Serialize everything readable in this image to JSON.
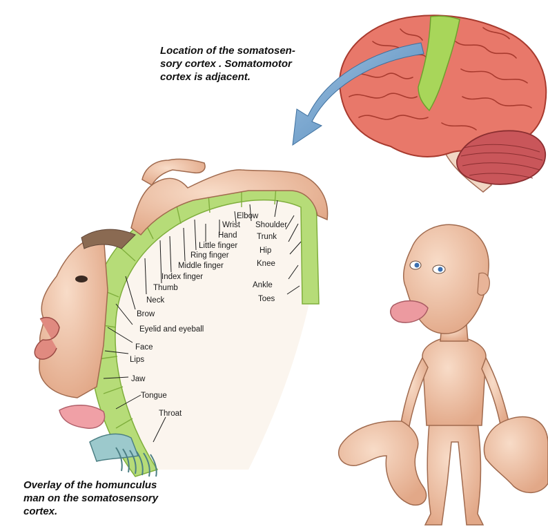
{
  "captions": {
    "top": "Location of the somatosen-\nsory cortex . Somatomotor\ncortex is adjacent.",
    "bottom": "Overlay of the homunculus\nman on the somatosensory\ncortex."
  },
  "labels": [
    {
      "key": "elbow",
      "text": "Elbow"
    },
    {
      "key": "wrist",
      "text": "Wrist"
    },
    {
      "key": "shoulder",
      "text": "Shoulder"
    },
    {
      "key": "hand",
      "text": "Hand"
    },
    {
      "key": "trunk",
      "text": "Trunk"
    },
    {
      "key": "little-finger",
      "text": "Little finger"
    },
    {
      "key": "ring-finger",
      "text": "Ring finger"
    },
    {
      "key": "hip",
      "text": "Hip"
    },
    {
      "key": "middle-finger",
      "text": "Middle finger"
    },
    {
      "key": "knee",
      "text": "Knee"
    },
    {
      "key": "index-finger",
      "text": "Index finger"
    },
    {
      "key": "thumb",
      "text": "Thumb"
    },
    {
      "key": "ankle",
      "text": "Ankle"
    },
    {
      "key": "toes",
      "text": "Toes"
    },
    {
      "key": "neck",
      "text": "Neck"
    },
    {
      "key": "brow",
      "text": "Brow"
    },
    {
      "key": "eyelid-and-eyeball",
      "text": "Eyelid and eyeball"
    },
    {
      "key": "face",
      "text": "Face"
    },
    {
      "key": "lips",
      "text": "Lips"
    },
    {
      "key": "jaw",
      "text": "Jaw"
    },
    {
      "key": "tongue",
      "text": "Tongue"
    },
    {
      "key": "throat",
      "text": "Throat"
    }
  ],
  "colors": {
    "brain": "#e8786a",
    "cortex_highlight": "#a8d65a",
    "cortex_band": "#b6dc78",
    "skin": "#f2c5a8",
    "arrow": "#6d9cc6"
  }
}
